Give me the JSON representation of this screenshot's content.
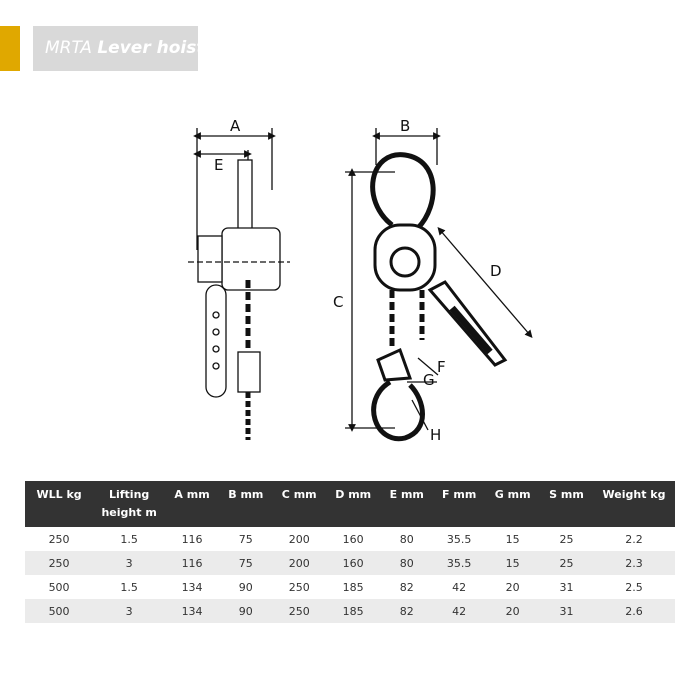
{
  "header": {
    "title_prefix": "MRTA",
    "title_main": "Lever hoist",
    "accent_color": "#e0a800"
  },
  "diagram": {
    "labels": {
      "A": "A",
      "B": "B",
      "C": "C",
      "D": "D",
      "E": "E",
      "F": "F",
      "G": "G",
      "H": "H"
    }
  },
  "table": {
    "headers": [
      "WLL kg",
      "Lifting height m",
      "A mm",
      "B mm",
      "C mm",
      "D mm",
      "E mm",
      "F mm",
      "G mm",
      "S mm",
      "Weight kg"
    ],
    "rows": [
      [
        "250",
        "1.5",
        "116",
        "75",
        "200",
        "160",
        "80",
        "35.5",
        "15",
        "25",
        "2.2"
      ],
      [
        "250",
        "3",
        "116",
        "75",
        "200",
        "160",
        "80",
        "35.5",
        "15",
        "25",
        "2.3"
      ],
      [
        "500",
        "1.5",
        "134",
        "90",
        "250",
        "185",
        "82",
        "42",
        "20",
        "31",
        "2.5"
      ],
      [
        "500",
        "3",
        "134",
        "90",
        "250",
        "185",
        "82",
        "42",
        "20",
        "31",
        "2.6"
      ]
    ]
  }
}
